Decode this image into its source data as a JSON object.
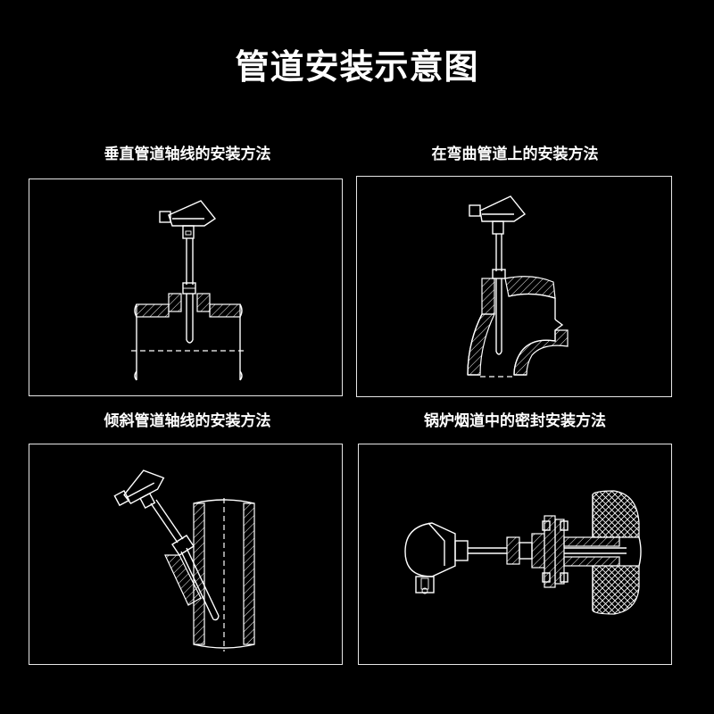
{
  "title": "管道安装示意图",
  "panels": [
    {
      "caption": "垂直管道轴线的安装方法"
    },
    {
      "caption": "在弯曲管道上的安装方法"
    },
    {
      "caption": "倾斜管道轴线的安装方法"
    },
    {
      "caption": "锅炉烟道中的密封安装方法"
    }
  ]
}
